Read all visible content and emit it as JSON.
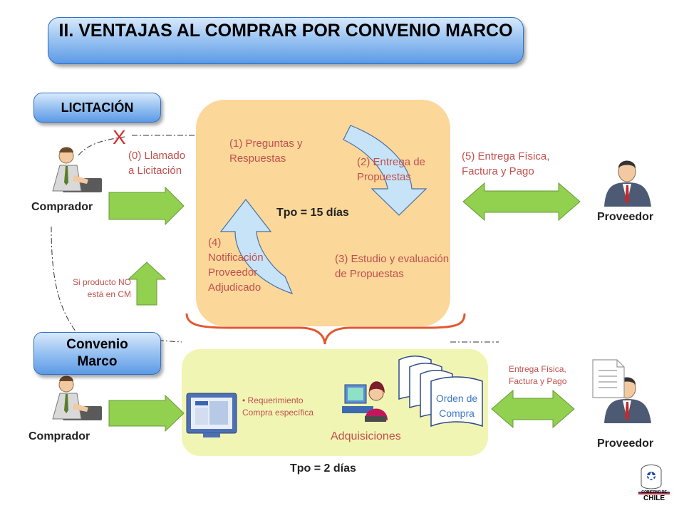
{
  "title": "II. VENTAJAS  AL COMPRAR POR CONVENIO MARCO",
  "licitacion": {
    "badge": "LICITACIÓN",
    "x_mark": "X",
    "step0": [
      "(0) Llamado",
      "a Licitación"
    ],
    "step1": [
      "(1) Preguntas y",
      "Respuestas"
    ],
    "step2": [
      "(2) Entrega de",
      "Propuestas"
    ],
    "step3": [
      "(3) Estudio y evaluación",
      "de Propuestas"
    ],
    "step4": [
      "(4)",
      "Notificación",
      "Proveedor",
      "Adjudicado"
    ],
    "step5": [
      "(5) Entrega Física,",
      "Factura y Pago"
    ],
    "tiempo": "Tpo = 15 días",
    "comprador": "Comprador",
    "proveedor": "Proveedor"
  },
  "si_producto": [
    "Si producto NO",
    "está en CM"
  ],
  "convenio": {
    "badge_line1": "Convenio",
    "badge_line2": "Marco",
    "requerimiento": [
      "Requerimiento",
      "Compra específica"
    ],
    "adquisiciones": "Adquisiciones",
    "orden": [
      "Orden de",
      "Compra"
    ],
    "entrega": [
      "Entrega Física,",
      "Factura y Pago"
    ],
    "tiempo": "Tpo = 2 días",
    "comprador": "Comprador",
    "proveedor": "Proveedor"
  },
  "logo": {
    "line1": "GOBIERNO DE",
    "line2": "CHILE"
  },
  "colors": {
    "accent_blue": "#5d9ae6",
    "licitacion_panel": "#fbd79a",
    "convenio_panel": "#f1f5b4",
    "arrow_green": "#92d050",
    "cycle_arrow": "#c6e3f7",
    "brace": "#e4572e",
    "step_text": "#c0504d"
  }
}
